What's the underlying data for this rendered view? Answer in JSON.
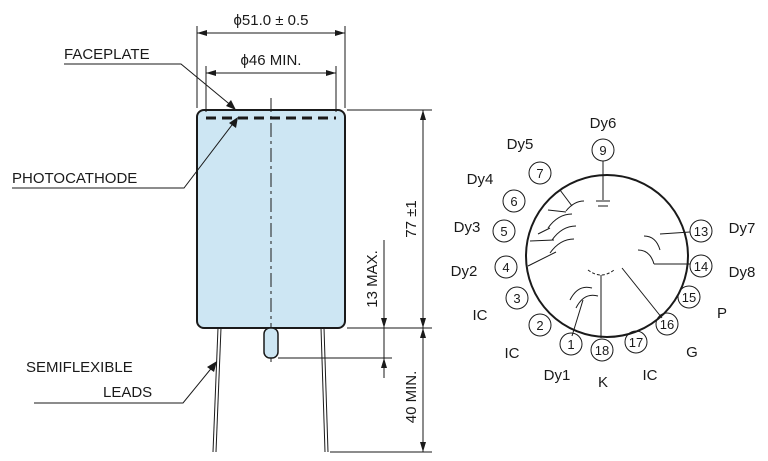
{
  "dimensions": {
    "outer_diameter": "ϕ51.0 ± 0.5",
    "inner_diameter": "ϕ46 MIN.",
    "height": "77 ±1",
    "max_pin": "13 MAX.",
    "lead_length": "40 MIN."
  },
  "callouts": {
    "faceplate": "FACEPLATE",
    "photocathode": "PHOTOCATHODE",
    "leads_line1": "SEMIFLEXIBLE",
    "leads_line2": "LEADS"
  },
  "base": {
    "pins": [
      {
        "num": "1",
        "label": "Dy1"
      },
      {
        "num": "2",
        "label": "IC"
      },
      {
        "num": "3",
        "label": "IC"
      },
      {
        "num": "4",
        "label": "Dy2"
      },
      {
        "num": "5",
        "label": "Dy3"
      },
      {
        "num": "6",
        "label": "Dy4"
      },
      {
        "num": "7",
        "label": "Dy5"
      },
      {
        "num": "9",
        "label": "Dy6"
      },
      {
        "num": "13",
        "label": "Dy7"
      },
      {
        "num": "14",
        "label": "Dy8"
      },
      {
        "num": "15",
        "label": "P"
      },
      {
        "num": "16",
        "label": "G"
      },
      {
        "num": "17",
        "label": "IC"
      },
      {
        "num": "18",
        "label": "K"
      }
    ]
  },
  "colors": {
    "tube_fill": "#cde6f3",
    "line": "#1a1a1a"
  }
}
